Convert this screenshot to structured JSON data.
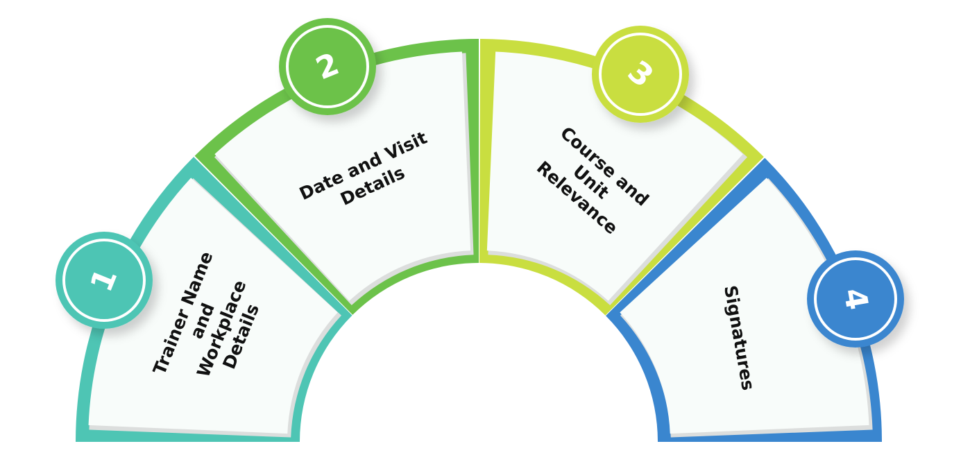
{
  "diagram": {
    "type": "semicircular-step-infographic",
    "steps": [
      {
        "number": "1",
        "label_lines": [
          "Trainer Name",
          "and",
          "Workplace",
          "Details"
        ],
        "color": "#4EC5B4"
      },
      {
        "number": "2",
        "label_lines": [
          "Date and Visit",
          "Details"
        ],
        "color": "#6CC24A"
      },
      {
        "number": "3",
        "label_lines": [
          "Course and",
          "Unit",
          "Relevance"
        ],
        "color": "#C9DE40"
      },
      {
        "number": "4",
        "label_lines": [
          "Signatures"
        ],
        "color": "#3A86CF"
      }
    ],
    "panel_color": "#F8FCFA",
    "panel_shadow_color": "#DCDEDD",
    "text_color": "#111111",
    "badge_ring_color": "#FFFFFF"
  }
}
